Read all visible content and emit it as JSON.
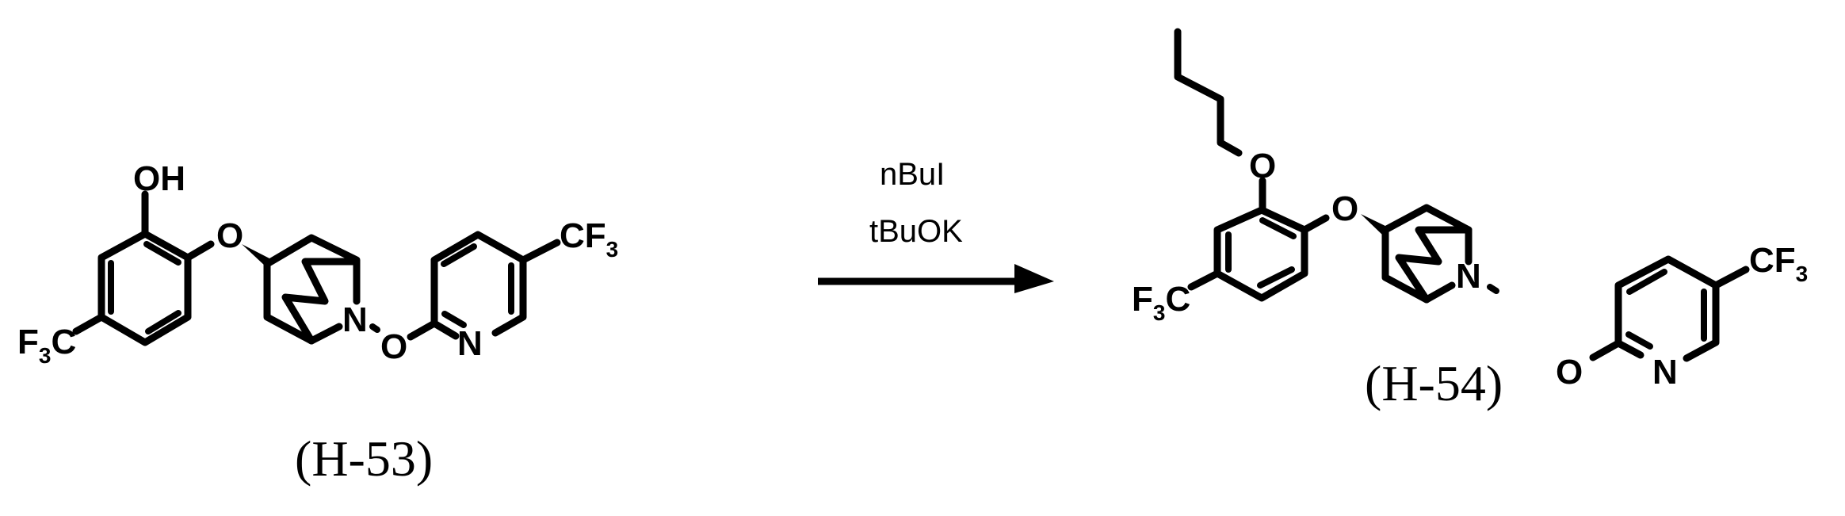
{
  "scheme": {
    "type": "chemical-reaction",
    "reactant": {
      "label": "(H-53)",
      "atoms": {
        "hydroxyl": "OH",
        "ether_oxygen": "O",
        "aryl_cf3_left": "F",
        "aryl_cf3_left_sub": "3",
        "aryl_cf3_left_c": "C",
        "bicyclic_nitrogen": "N",
        "n_oxy": "O",
        "pyridine_nitrogen": "N",
        "pyridine_cf3_c": "CF",
        "pyridine_cf3_sub": "3"
      }
    },
    "reagents": {
      "line1": "nBuI",
      "line2": "tBuOK"
    },
    "product": {
      "label": "(H-54)",
      "atoms": {
        "butoxy_oxygen": "O",
        "ether_oxygen": "O",
        "aryl_cf3_left": "F",
        "aryl_cf3_left_sub": "3",
        "aryl_cf3_left_c": "C",
        "bicyclic_nitrogen": "N",
        "n_oxy": "O",
        "pyridine_nitrogen": "N",
        "pyridine_cf3_c": "CF",
        "pyridine_cf3_sub": "3"
      }
    },
    "colors": {
      "ink": "#000000",
      "background": "#ffffff"
    }
  }
}
